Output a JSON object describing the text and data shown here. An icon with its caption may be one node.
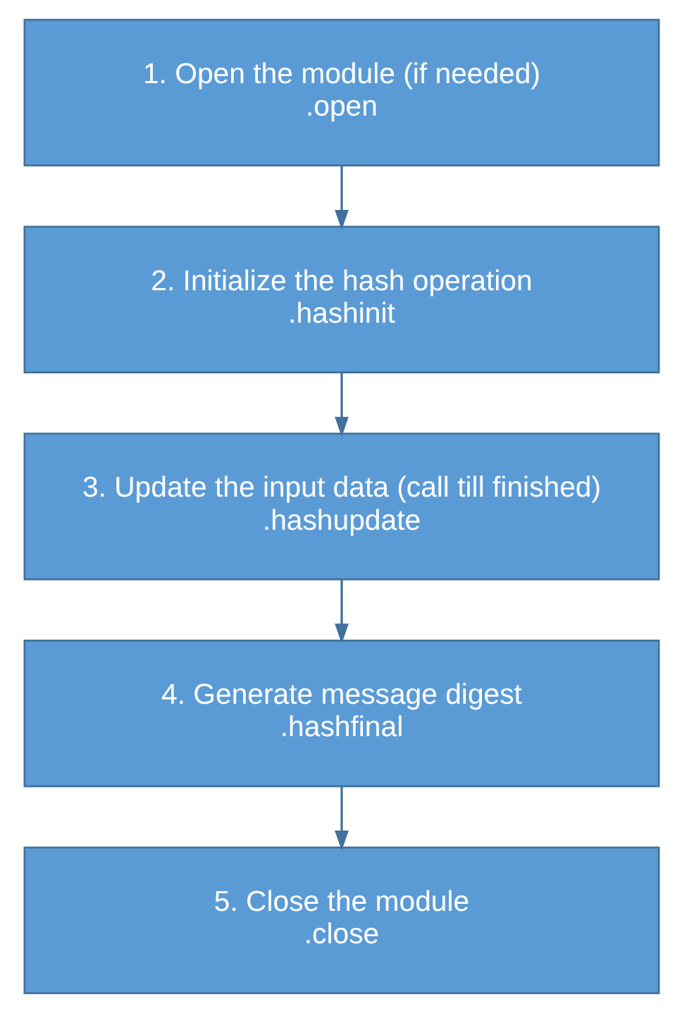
{
  "diagram": {
    "nodes": [
      {
        "text": [
          "1. Open the module (if needed)",
          ".open"
        ]
      },
      {
        "text": [
          "2. Initialize the hash operation",
          ".hashinit"
        ]
      },
      {
        "text": [
          "3. Update the input data (call till finished)",
          ".hashupdate"
        ]
      },
      {
        "text": [
          "4. Generate message digest",
          ".hashfinal"
        ]
      },
      {
        "text": [
          "5. Close the module",
          ".close"
        ]
      }
    ],
    "edges": [
      {
        "from": 0,
        "to": 1,
        "arrow": "to"
      },
      {
        "from": 1,
        "to": 2,
        "arrow": "to"
      },
      {
        "from": 2,
        "to": 3,
        "arrow": "to"
      },
      {
        "from": 3,
        "to": 4,
        "arrow": "to"
      }
    ]
  }
}
